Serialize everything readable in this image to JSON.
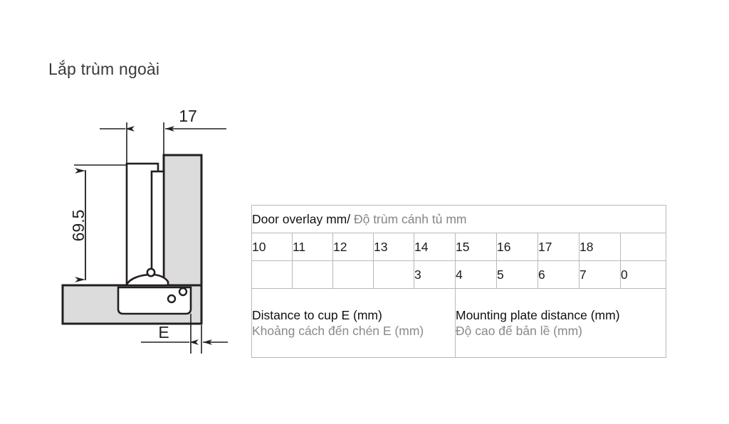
{
  "title": "Lắp trùm ngoài",
  "drawing": {
    "dimensions": {
      "top_horizontal": "17",
      "left_vertical": "69.5",
      "bottom_horizontal": "E"
    },
    "colors": {
      "panel_fill": "#dcdcdc",
      "outline": "#231f20",
      "white_fill": "#ffffff"
    }
  },
  "table": {
    "header": {
      "en": "Door overlay mm/",
      "vi": " Độ trùm cánh tủ mm"
    },
    "overlay_row": [
      "10",
      "11",
      "12",
      "13",
      "14",
      "15",
      "16",
      "17",
      "18",
      ""
    ],
    "plate_row": [
      "",
      "",
      "",
      "",
      "3",
      "4",
      "5",
      "6",
      "7",
      "0"
    ],
    "legend": {
      "left": {
        "en": "Distance to cup E (mm)",
        "vi": "Khoảng cách đến chén E (mm)"
      },
      "right": {
        "en": "Mounting plate distance (mm)",
        "vi": "Độ cao đế bản lề (mm)"
      }
    },
    "shaded_color": "#cccccc"
  }
}
